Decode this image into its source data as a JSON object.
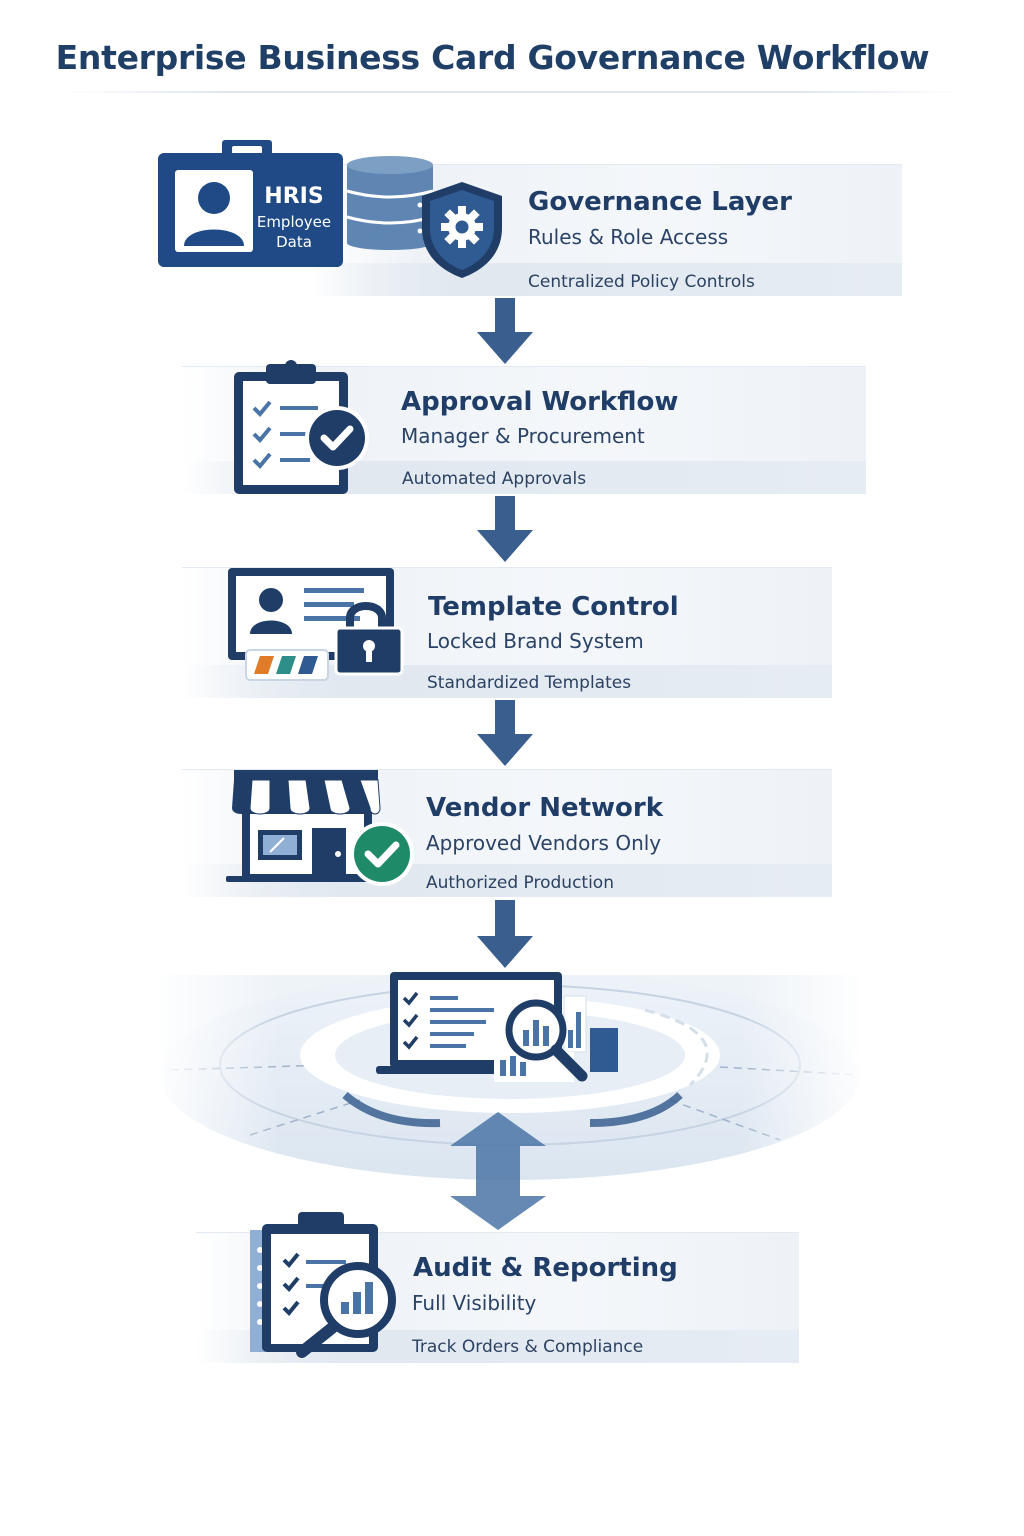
{
  "title": "Enterprise Business Card Governance Workflow",
  "hris_badge": {
    "title": "HRIS",
    "line1": "Employee",
    "line2": "Data"
  },
  "steps": [
    {
      "title": "Governance Layer",
      "subtitle": "Rules & Role Access",
      "note": "Centralized Policy Controls"
    },
    {
      "title": "Approval Workflow",
      "subtitle": "Manager & Procurement",
      "note": "Automated Approvals"
    },
    {
      "title": "Template Control",
      "subtitle": "Locked Brand System",
      "note": "Standardized Templates"
    },
    {
      "title": "Vendor Network",
      "subtitle": "Approved Vendors Only",
      "note": "Authorized Production"
    },
    {
      "title": "Audit & Reporting",
      "subtitle": "Full Visibility",
      "note": "Track Orders & Compliance"
    }
  ],
  "colors": {
    "navy": "#1f3d66",
    "accent": "#4a74a6",
    "green": "#1e8a68"
  },
  "icons": [
    "hris-badge-icon",
    "database-icon",
    "shield-gear-icon",
    "clipboard-check-icon",
    "template-lock-icon",
    "vendor-store-icon",
    "analytics-monitor-icon",
    "audit-clipboard-icon"
  ]
}
